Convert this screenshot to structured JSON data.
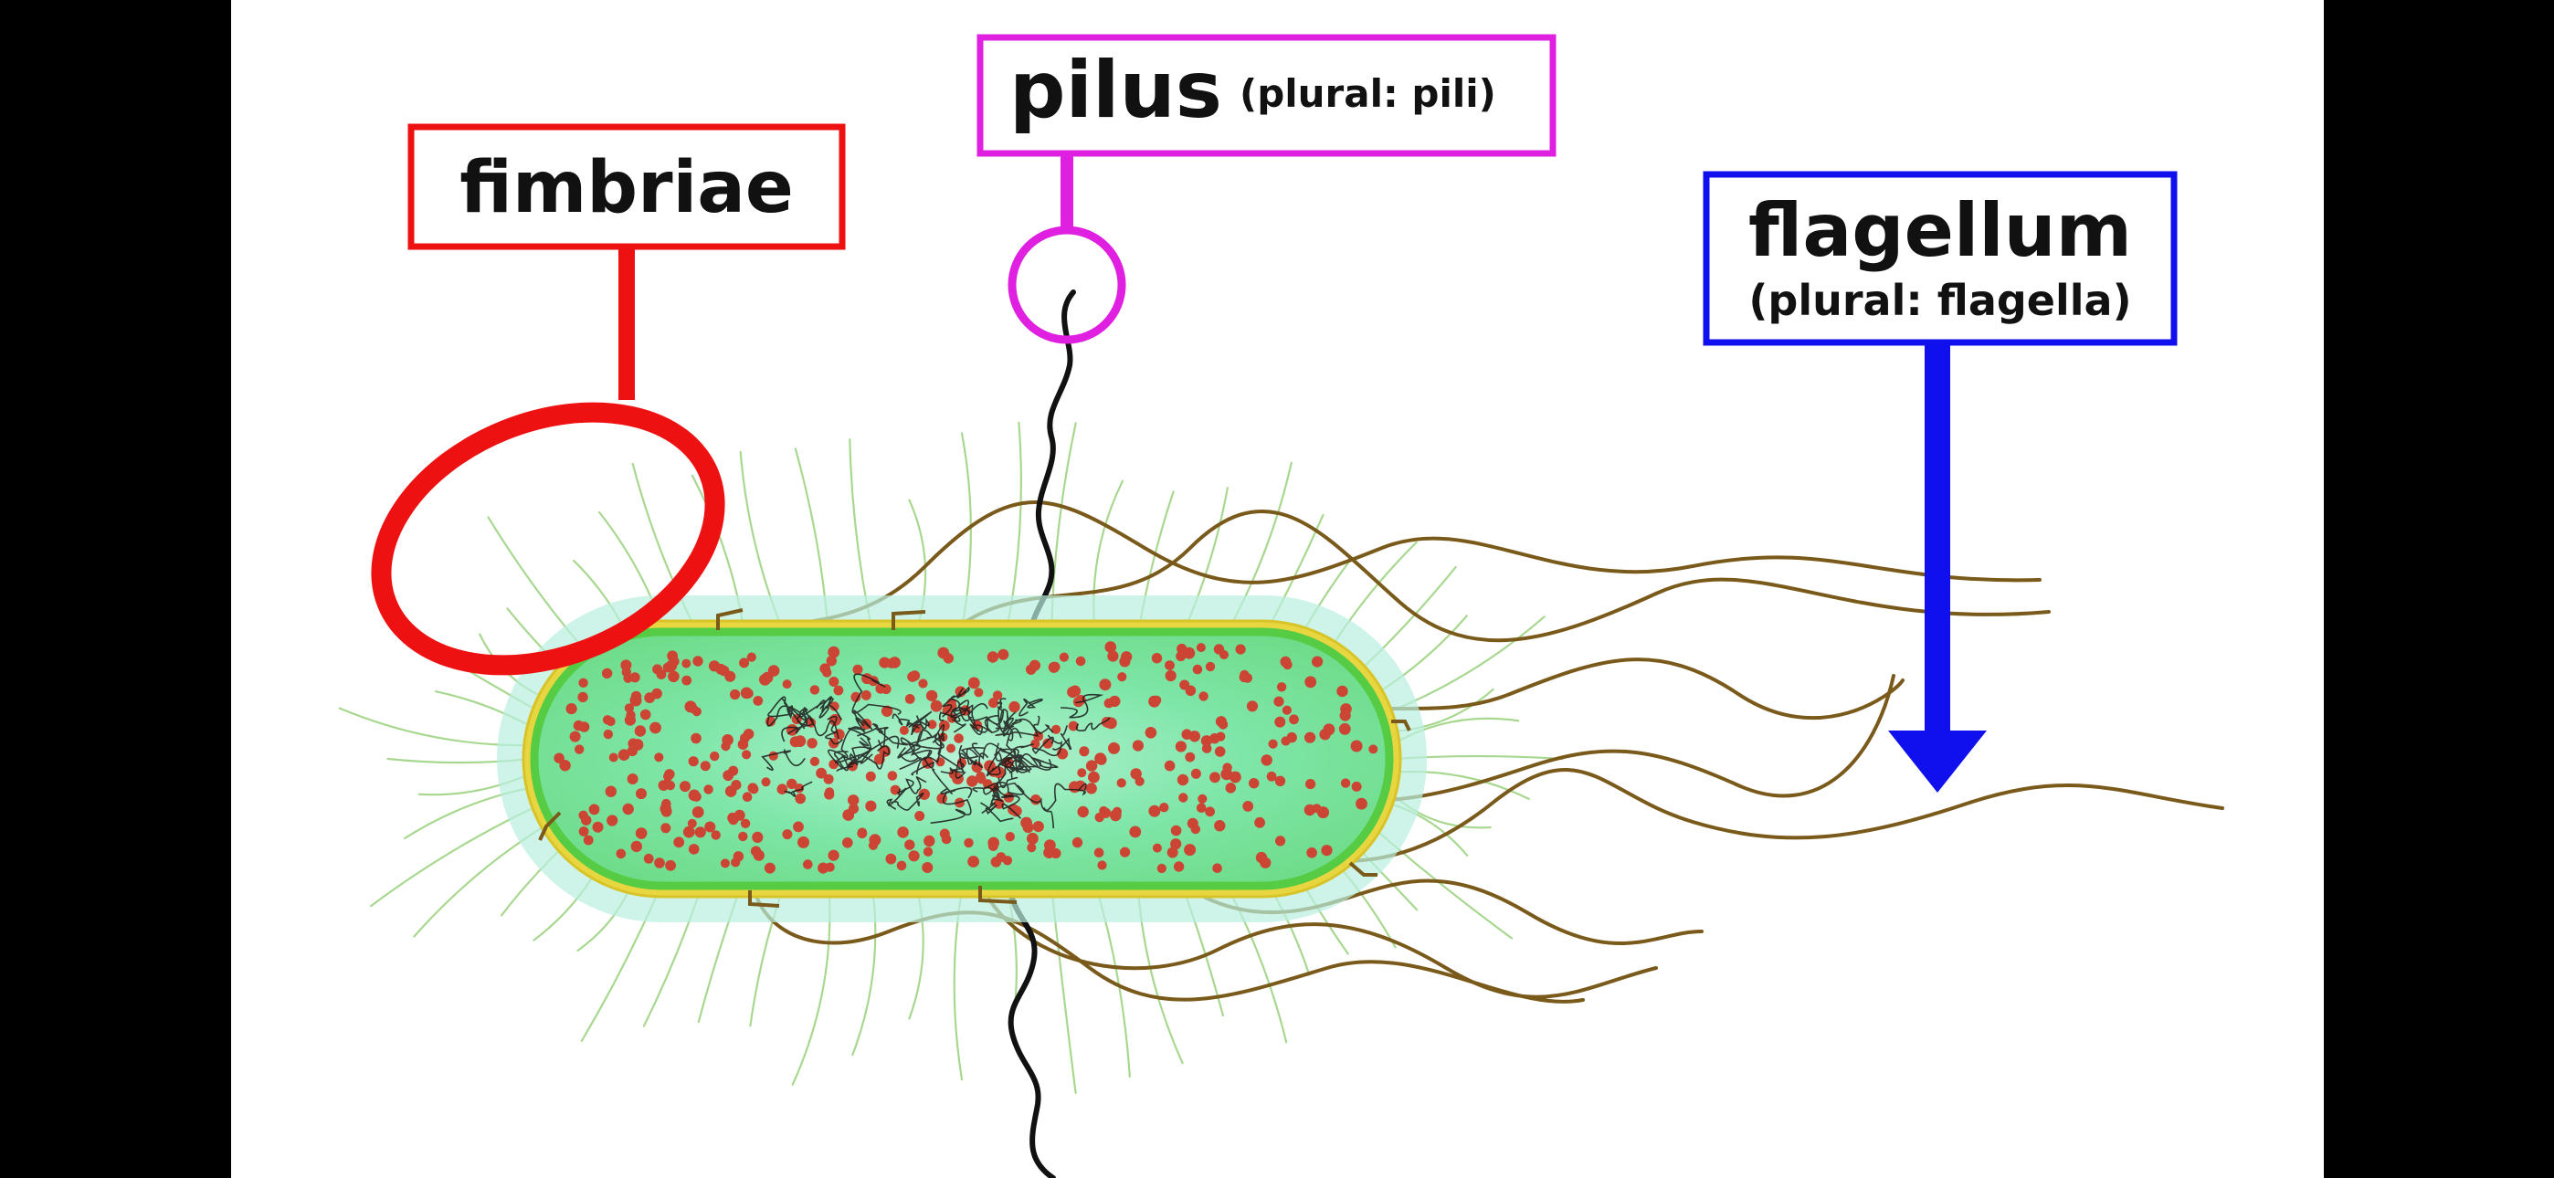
{
  "labels": {
    "fimbriae": {
      "text": "fimbriae",
      "color": "#ee1111"
    },
    "pilus": {
      "text": "pilus",
      "plural": "(plural: pili)",
      "color": "#e020e0"
    },
    "flagellum": {
      "text": "flagellum",
      "plural": "(plural: flagella)",
      "color": "#1010ee"
    }
  },
  "colors": {
    "background": "#ffffff",
    "side_bars": "#000000",
    "cytoplasm": "#7ee6a8",
    "membrane": "#55cc44",
    "cell_wall": "#e8d640",
    "ribosome": "#cc4433",
    "nucleoid": "#1a1a1a",
    "flagella": "#7a5a1a",
    "fimbriae": "#a8d890",
    "pilus": "#111111"
  }
}
